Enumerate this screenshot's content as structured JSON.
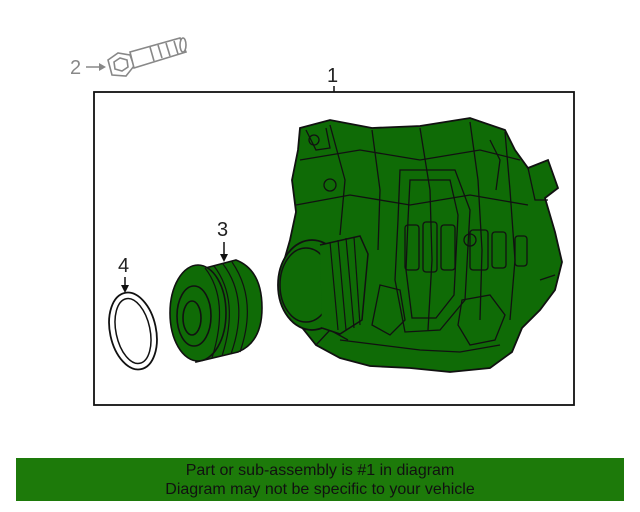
{
  "diagram": {
    "callouts": {
      "part1": "1",
      "part2": "2",
      "part3": "3",
      "part4": "4"
    },
    "parts": {
      "alternator": "alternator",
      "bolt": "bolt",
      "pulley": "pulley",
      "seal_ring": "seal-ring"
    },
    "colors": {
      "highlight": "#0f6b06",
      "outline": "#111111",
      "banner": "#1d7a0a",
      "grey_part": "#888888"
    }
  },
  "footer": {
    "line1": "Part or sub-assembly is #1 in diagram",
    "line2": "Diagram may not be specific to your vehicle"
  }
}
